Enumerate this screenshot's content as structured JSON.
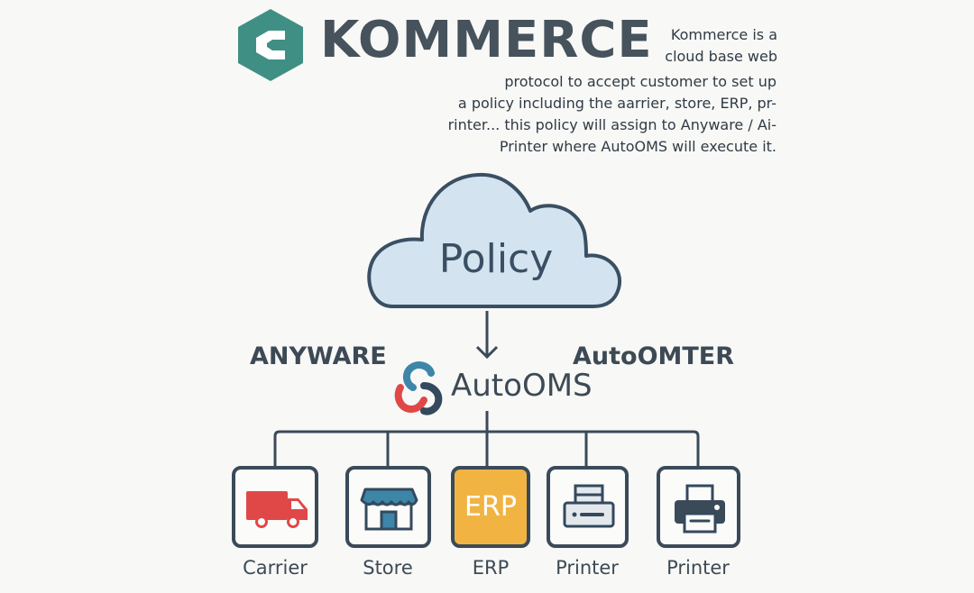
{
  "header": {
    "brand": "KOMMERCE",
    "logo_letter": "C",
    "logo_color": "#3f8f84",
    "description_lines": [
      "Kommerce is a",
      "cloud base web",
      "protocol to accept customer to set up",
      "a policy including the aarrier, store, ERP, pr-",
      "rinter... this policy will assign to Anyware / Ai-",
      "Printer where AutoOMS will execute it."
    ]
  },
  "cloud": {
    "label": "Policy",
    "fill": "#d3e4f0",
    "stroke": "#3a4f63"
  },
  "labels": {
    "left": "ANYWARE",
    "right": "AutoOMTER",
    "center": "AutoOMS"
  },
  "nodes": [
    {
      "label": "Carrier",
      "icon": "truck-icon",
      "color": "#e04848"
    },
    {
      "label": "Store",
      "icon": "storefront-icon",
      "color": "#3d86a8"
    },
    {
      "label": "ERP",
      "icon": "erp-badge",
      "badge_text": "ERP",
      "color": "#f1b443"
    },
    {
      "label": "Printer",
      "icon": "printer-icon",
      "color": "#3a4a59"
    },
    {
      "label": "Printer",
      "icon": "printer-icon",
      "color": "#3a4a59"
    }
  ],
  "colors": {
    "line": "#3a4a59",
    "text": "#3d4a55",
    "background": "#f8f8f6"
  }
}
